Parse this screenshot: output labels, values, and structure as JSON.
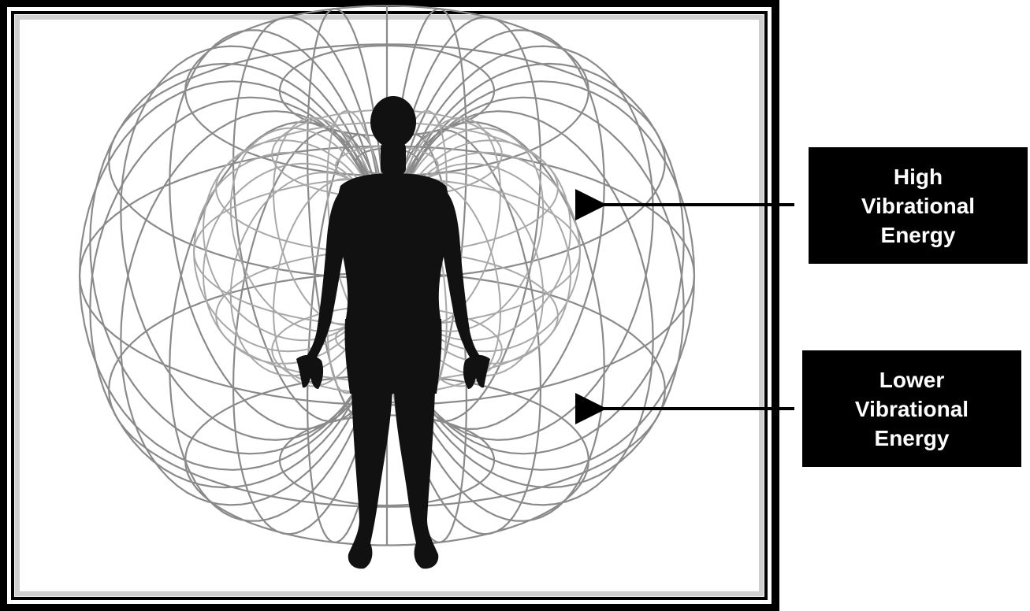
{
  "labels": {
    "high": {
      "lines": [
        "High",
        "Vibrational",
        "Energy"
      ]
    },
    "lower": {
      "lines": [
        "Lower",
        "Vibrational",
        "Energy"
      ]
    }
  },
  "colors": {
    "frame": "#000000",
    "field_lines": "#8a8a8a",
    "inner_field_lines": "#a8a8a8",
    "silhouette": "#111111",
    "label_background": "#000000",
    "label_text": "#ffffff",
    "arrow": "#000000"
  },
  "icons": {
    "figure": "human-silhouette-icon",
    "field": "toroidal-energy-field",
    "pointer": "arrow-left-icon"
  }
}
